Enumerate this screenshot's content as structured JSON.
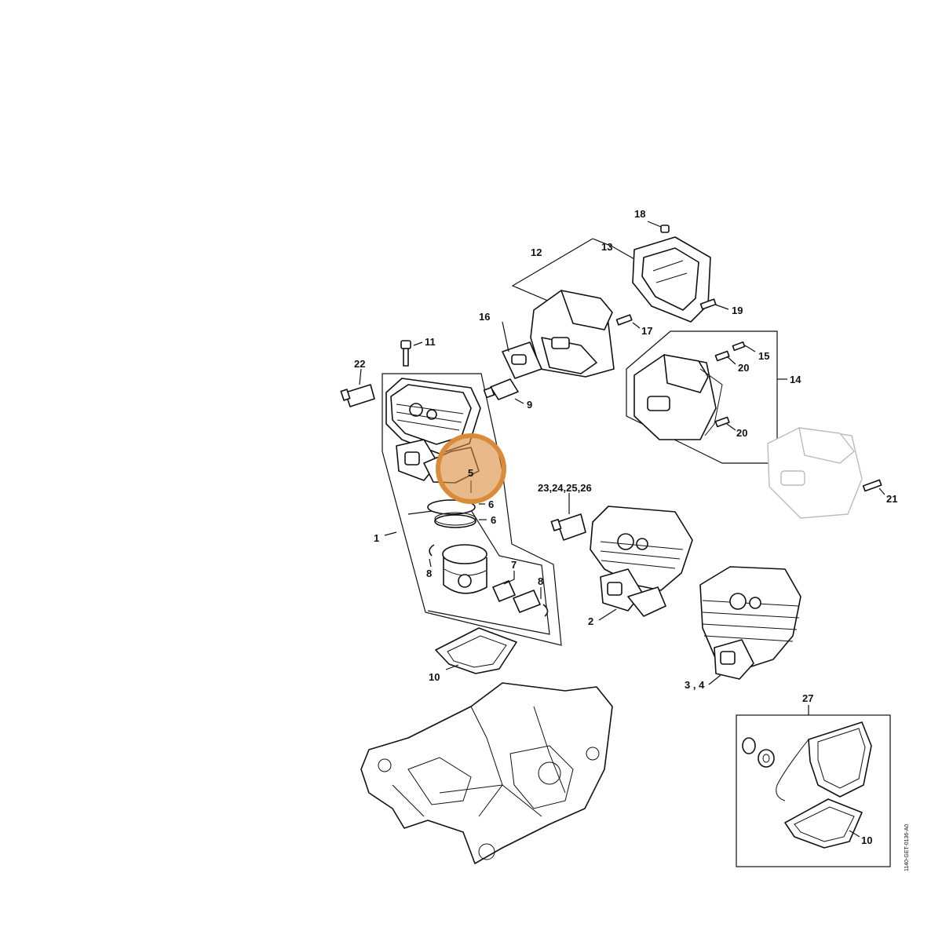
{
  "highlight": {
    "label": "5",
    "color": "#d98b3a"
  },
  "callouts": {
    "c1": "1",
    "c2": "2",
    "c3": "3 , 4",
    "c5": "5",
    "c6a": "6",
    "c6b": "6",
    "c7": "7",
    "c8a": "8",
    "c8b": "8",
    "c9": "9",
    "c10a": "10",
    "c10b": "10",
    "c11": "11",
    "c12": "12",
    "c13": "13",
    "c14": "14",
    "c15": "15",
    "c16": "16",
    "c17": "17",
    "c18": "18",
    "c19": "19",
    "c20a": "20",
    "c20b": "20",
    "c21": "21",
    "c22": "22",
    "c23": "23,24,25,26",
    "c27": "27"
  },
  "drawing_code": "1140-GET-0136-A0"
}
